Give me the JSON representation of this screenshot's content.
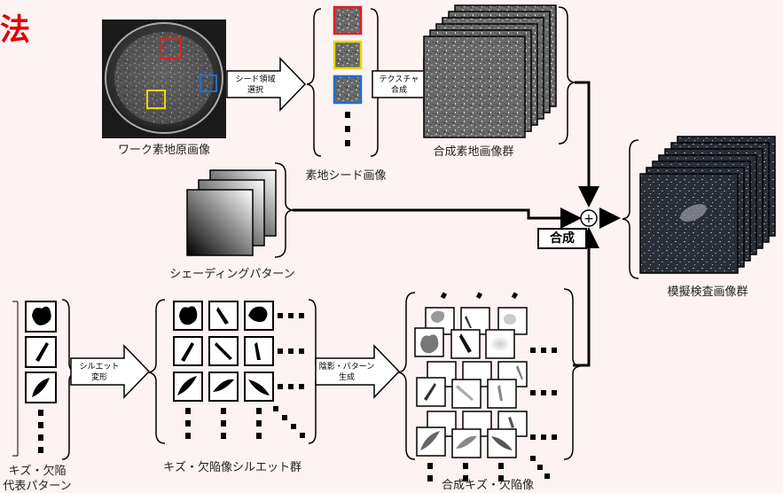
{
  "title": "法",
  "captions": {
    "work_original": "ワーク素地原画像",
    "seed_images": "素地シード画像",
    "synth_base_group": "合成素地画像群",
    "shading_pattern": "シェーディングパターン",
    "defect_rep_line1": "キズ・欠陥",
    "defect_rep_line2": "代表パターン",
    "silhouette_group": "キズ・欠陥像シルエット群",
    "synth_defect_images": "合成キズ・欠陥像",
    "simulated_group": "模擬検査画像群"
  },
  "arrows": {
    "seed_select_l1": "シード領域",
    "seed_select_l2": "選択",
    "texture_l1": "テクスチャ",
    "texture_l2": "合成",
    "silhouette_l1": "シルエット",
    "silhouette_l2": "変形",
    "shadow_l1": "陰影・パターン",
    "shadow_l2": "生成"
  },
  "combine_label": "合成",
  "plus_symbol": "+",
  "colors": {
    "title": "#e00000",
    "seed_red": "#e02020",
    "seed_yellow": "#e8d800",
    "seed_blue": "#1f6fd0",
    "background": "#fdf3f3"
  }
}
